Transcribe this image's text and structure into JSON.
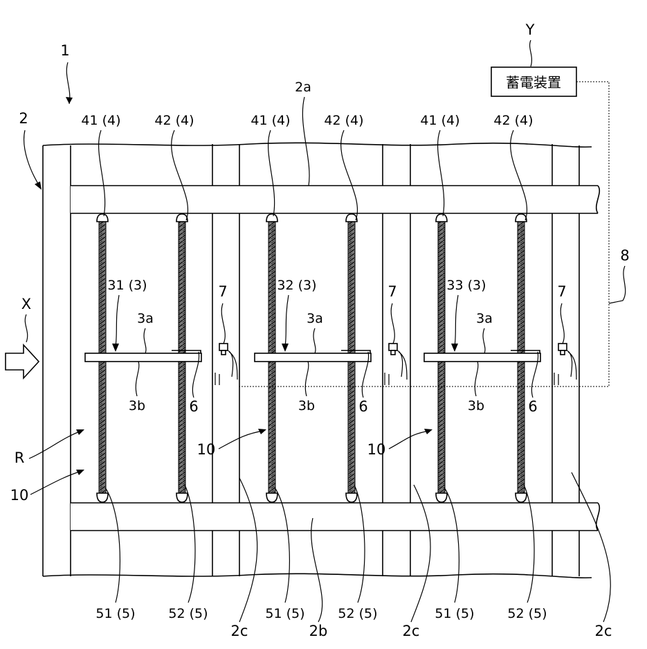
{
  "labels": {
    "fig_ref": "1",
    "frame": "2",
    "upper_beam": "2a",
    "lower_beam": "2b",
    "post": "2c",
    "region": "R",
    "direction": "X",
    "storage": "Y",
    "storage_box": "蓄電装置",
    "wiring": "8",
    "sensor": "7",
    "sensor_bracket": "6",
    "upper_anchor_a": "41 (4)",
    "upper_anchor_b": "42 (4)",
    "lower_anchor_a": "51 (5)",
    "lower_anchor_b": "52 (5)",
    "plate_1": "31 (3)",
    "plate_2": "32 (3)",
    "plate_3": "33 (3)",
    "plate_top": "3a",
    "plate_bottom": "3b",
    "wire_unit": "10"
  }
}
